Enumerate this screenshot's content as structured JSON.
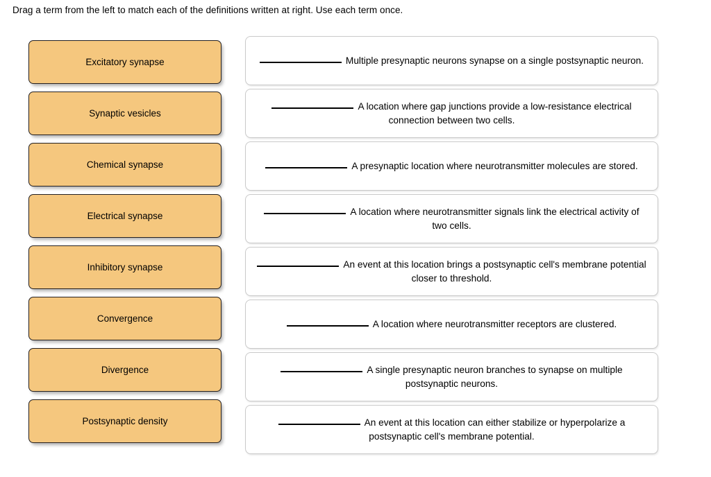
{
  "instruction": "Drag a term from the left to match each of the definitions written at right.  Use each term once.",
  "colors": {
    "term_fill": "#F5C77E",
    "term_border": "#231f20",
    "definition_border": "#c9c9c9",
    "page_background": "#ffffff",
    "text": "#000000"
  },
  "terms": [
    {
      "label": "Excitatory synapse"
    },
    {
      "label": "Synaptic vesicles"
    },
    {
      "label": "Chemical synapse"
    },
    {
      "label": "Electrical synapse"
    },
    {
      "label": "Inhibitory synapse"
    },
    {
      "label": "Convergence"
    },
    {
      "label": "Divergence"
    },
    {
      "label": "Postsynaptic density"
    }
  ],
  "definitions": [
    {
      "blank": "",
      "text": "Multiple presynaptic neurons synapse on a single postsynaptic neuron."
    },
    {
      "blank": "",
      "text": "A location where gap junctions provide a low-resistance electrical connection between two cells."
    },
    {
      "blank": "",
      "text": "A presynaptic location where neurotransmitter molecules are stored."
    },
    {
      "blank": "",
      "text": "A location where neurotransmitter signals link the electrical activity of two cells."
    },
    {
      "blank": "",
      "text": "An event at this location brings a postsynaptic cell's membrane potential closer to threshold."
    },
    {
      "blank": "",
      "text": "A location where neurotransmitter receptors are clustered."
    },
    {
      "blank": "",
      "text": "A single presynaptic neuron branches to synapse on multiple postsynaptic neurons."
    },
    {
      "blank": "",
      "text": "An event at this location can either stabilize or hyperpolarize a postsynaptic cell's membrane potential."
    }
  ]
}
